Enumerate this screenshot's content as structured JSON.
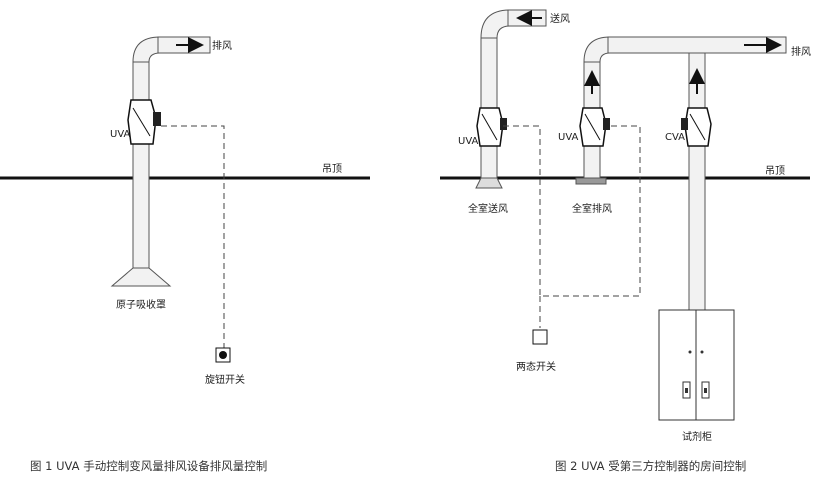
{
  "fig1": {
    "exhaust_label": "排风",
    "uva_label": "UVA",
    "ceiling_label": "吊顶",
    "hood_label": "原子吸收罩",
    "switch_label": "旋钮开关",
    "caption": "图 1    UVA 手动控制变风量排风设备排风量控制"
  },
  "fig2": {
    "supply_label": "送风",
    "exhaust_label": "排风",
    "uva_left_label": "UVA",
    "uva_right_label": "UVA",
    "cva_label": "CVA",
    "ceiling_label": "吊顶",
    "supply_outlet_label": "全室送风",
    "exhaust_inlet_label": "全室排风",
    "switch_label": "两态开关",
    "cabinet_label": "试剂柜",
    "caption": "图 2    UVA 受第三方控制器的房间控制"
  }
}
